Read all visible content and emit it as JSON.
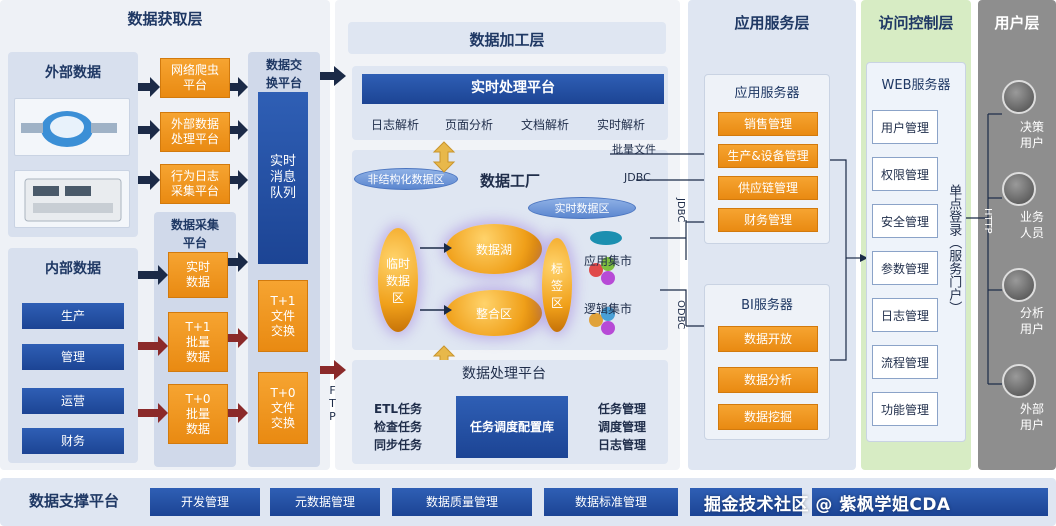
{
  "layers": {
    "data_acquisition": "数据获取层",
    "data_processing": "数据加工层",
    "app_service": "应用服务层",
    "access_control": "访问控制层",
    "user": "用户层"
  },
  "acquisition": {
    "external": "外部数据",
    "internal": "内部数据",
    "crawler": "网络爬虫\n平台",
    "ext_proc": "外部数据\n处理平台",
    "behavior_log": "行为日志\n采集平台",
    "collect_platform": "数据采集\n平台",
    "realtime_data": "实时\n数据",
    "t1_batch": "T+1\n批量\n数据",
    "t0_batch": "T+0\n批量\n数据",
    "internal_items": [
      "生产",
      "管理",
      "运营",
      "财务"
    ],
    "exchange_platform": "数据交\n换平台",
    "realtime_queue": "实时\n消息\n队列",
    "t1_file": "T+1\n文件\n交换",
    "t0_file": "T+0\n文件\n交换",
    "ftp": "FTP"
  },
  "processing": {
    "realtime_platform": "实时处理平台",
    "realtime_items": [
      "日志解析",
      "页面分析",
      "文档解析",
      "实时解析"
    ],
    "unstructured": "非结构化数据区",
    "factory": "数据工厂",
    "realtime_zone": "实时数据区",
    "temp_zone": "临时\n数据\n区",
    "data_lake": "数据湖",
    "integration_zone": "整合区",
    "tag_zone": "标\n签\n区",
    "app_mart": "应用集市",
    "logic_mart": "逻辑集市",
    "processing_platform": "数据处理平台",
    "left_tasks": [
      "ETL任务",
      "检查任务",
      "同步任务"
    ],
    "scheduler": "任务调度配置库",
    "right_tasks": [
      "任务管理",
      "调度管理",
      "日志管理"
    ]
  },
  "connectors": {
    "batch_file": "批量文件",
    "jdbc_h": "JDBC",
    "jdbc_v": "JDBC",
    "odbc_v": "ODBC",
    "http": "HTTP"
  },
  "app_service": {
    "app_server": "应用服务器",
    "app_items": [
      "销售管理",
      "生产&设备管理",
      "供应链管理",
      "财务管理"
    ],
    "bi_server": "BI服务器",
    "bi_items": [
      "数据开放",
      "数据分析",
      "数据挖掘"
    ]
  },
  "access": {
    "web_server": "WEB服务器",
    "items": [
      "用户管理",
      "权限管理",
      "安全管理",
      "参数管理",
      "日志管理",
      "流程管理",
      "功能管理"
    ],
    "sso": "单点登录（服务门户）"
  },
  "users": [
    {
      "label": "决策\n用户"
    },
    {
      "label": "业务\n人员"
    },
    {
      "label": "分析\n用户"
    },
    {
      "label": "外部\n用户"
    }
  ],
  "support": {
    "title": "数据支撑平台",
    "items": [
      "开发管理",
      "元数据管理",
      "数据质量管理",
      "数据标准管理"
    ]
  },
  "watermark": "掘金技术社区 @ 紫枫学姐CDA",
  "colors": {
    "orange": "#f09a22",
    "blue": "#1f4a9a",
    "panel": "#dfe6f2",
    "access_green": "#d7ecc4",
    "user_gray": "#8e8e8e"
  }
}
